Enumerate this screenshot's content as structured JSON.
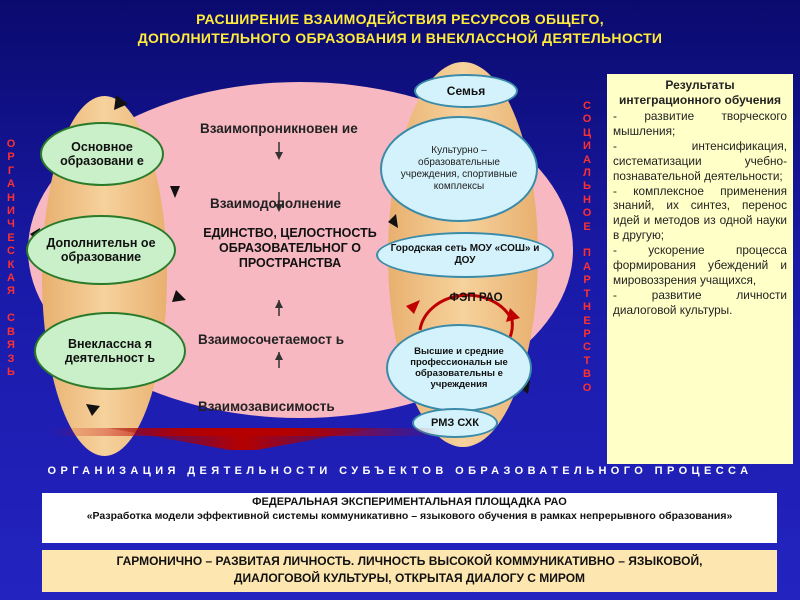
{
  "title": {
    "line1": "РАСШИРЕНИЕ  ВЗАИМОДЕЙСТВИЯ  РЕСУРСОВ  ОБЩЕГО,",
    "line2": "ДОПОЛНИТЕЛЬНОГО  ОБРАЗОВАНИЯ  И  ВНЕКЛАССНОЙ ДЕЯТЕЛЬНОСТИ"
  },
  "left_vertical": "ОРГАНИЧЕСКАЯ СВЯЗЬ",
  "right_vertical": "СОЦИАЛЬНОЕ ПАРТНЕРСТВО",
  "left_ovals": [
    "Основное образовани е",
    "Дополнительн ое образование",
    "Внеклассна я деятельност ь"
  ],
  "center": {
    "labels": [
      "Взаимопроникновен ие",
      "Взаимодополнение",
      "Взаимосочетаемост ь",
      "Взаимозависимость"
    ],
    "unity": "ЕДИНСТВО, ЦЕЛОСТНОСТЬ ОБРАЗОВАТЕЛЬНОГ О ПРОСТРАНСТВА"
  },
  "right": {
    "family": "Семья",
    "culture": "Культурно – образовательные учреждения, спортивные комплексы",
    "city_network": "Городская сеть МОУ «СОШ» и ДОУ",
    "fep": "ФЭП  РАО",
    "higher": "Высшие и средние профессиональн ые образовательны е учреждения",
    "rmz": "РМЗ  СХК"
  },
  "results": {
    "title": "Результаты интеграционного обучения",
    "items": [
      "- развитие творческого мышления;",
      "- интенсификация, систематизации учебно-познавательной деятельности;",
      "- комплексное применения знаний, их синтез, перенос идей и методов из одной науки в другую;",
      "- ускорение процесса формирования убеждений и мировоззрения учащихся,",
      "- развитие личности диалоговой культуры."
    ]
  },
  "organization": "ОРГАНИЗАЦИЯ  ДЕЯТЕЛЬНОСТИ  СУБЪЕКТОВ  ОБРАЗОВАТЕЛЬНОГО  ПРОЦЕССА",
  "federal": {
    "line1": "ФЕДЕРАЛЬНАЯ   ЭКСПЕРИМЕНТАЛЬНАЯ  ПЛОЩАДКА  РАО",
    "line2": "«Разработка модели эффективной системы коммуникативно – языкового обучения в рамках непрерывного образования»"
  },
  "final": {
    "line1": "ГАРМОНИЧНО – РАЗВИТАЯ ЛИЧНОСТЬ. ЛИЧНОСТЬ ВЫСОКОЙ  КОММУНИКАТИВНО – ЯЗЫКОВОЙ,",
    "line2": "ДИАЛОГОВОЙ КУЛЬТУРЫ, ОТКРЫТАЯ ДИАЛОГУ С МИРОМ"
  },
  "colors": {
    "background": "#1a1aa8",
    "title": "#ffeb3b",
    "vertical_text": "#ff3030",
    "central_ellipse": "#f7b8c2",
    "lens": "#f6d29c",
    "green_oval": "#c9f0c9",
    "cyan_oval": "#d4f2fb",
    "results_panel": "#ffffc8",
    "final_panel": "#fde6b0"
  }
}
